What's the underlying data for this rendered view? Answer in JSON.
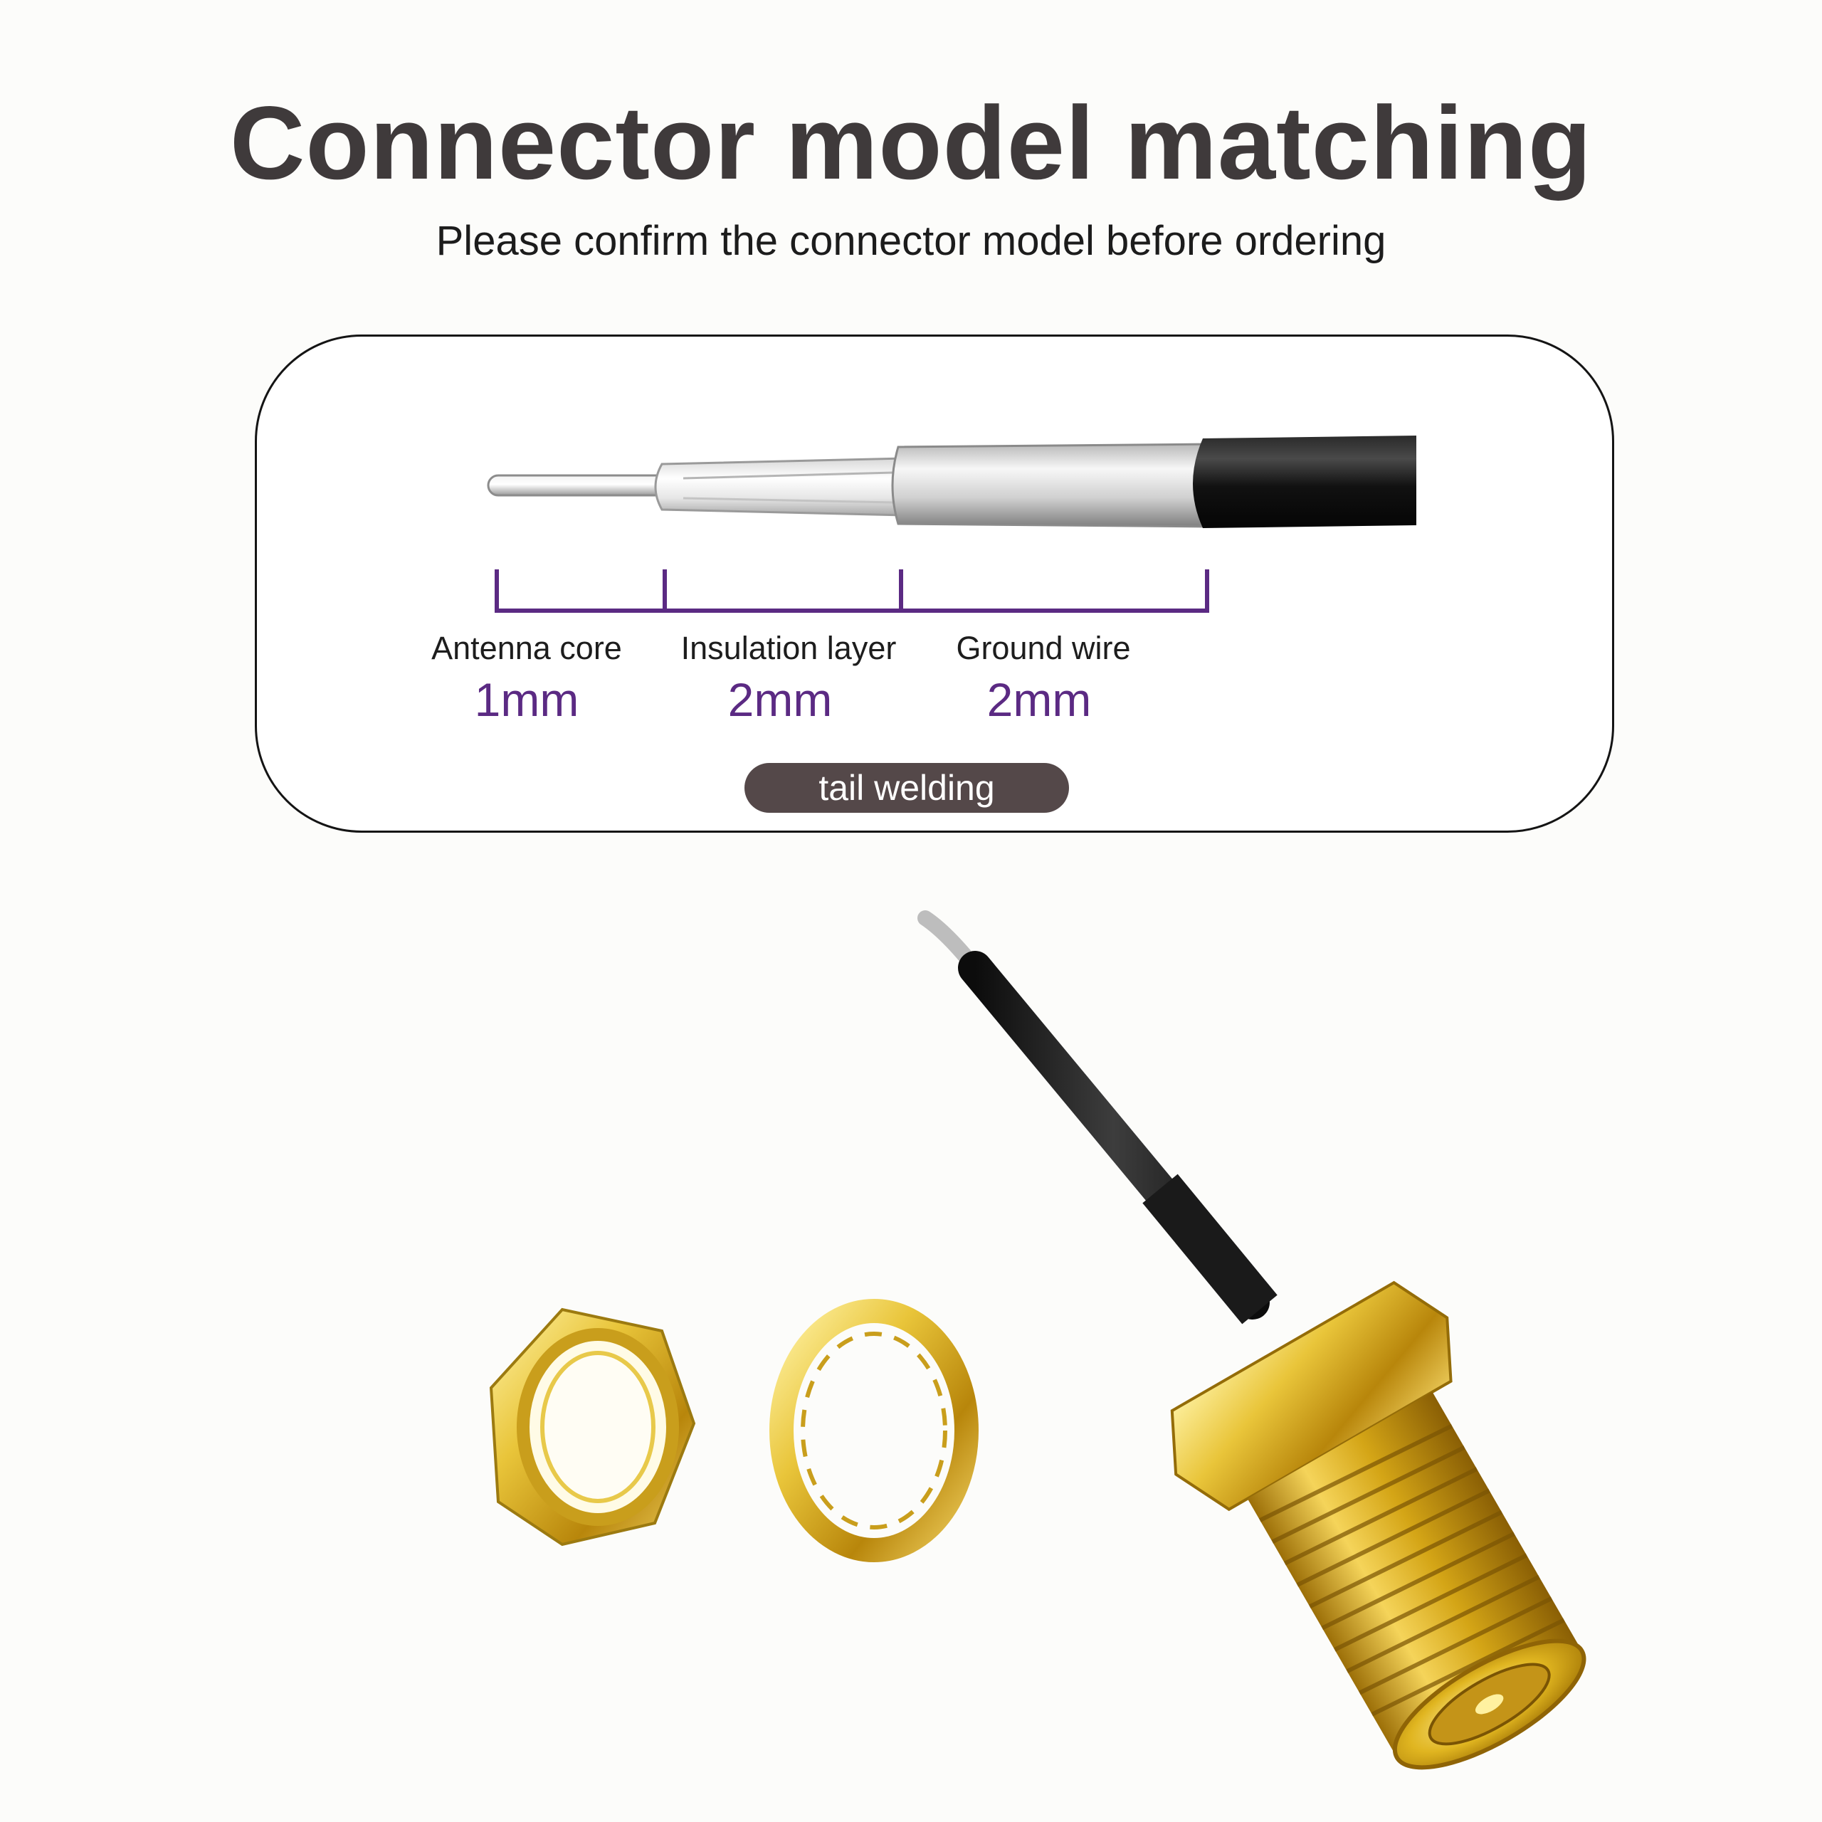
{
  "header": {
    "title": "Connector model matching",
    "subtitle": "Please confirm the connector model before ordering"
  },
  "segments": [
    {
      "label": "Antenna core",
      "value": "1mm"
    },
    {
      "label": "Insulation layer",
      "value": "2mm"
    },
    {
      "label": "Ground wire",
      "value": "2mm"
    }
  ],
  "badge": {
    "label": "tail welding"
  },
  "colors": {
    "accent_purple": "#5b2a83",
    "badge_bg": "#544849",
    "gold": "#d9b21c",
    "cable_black": "#141414"
  }
}
